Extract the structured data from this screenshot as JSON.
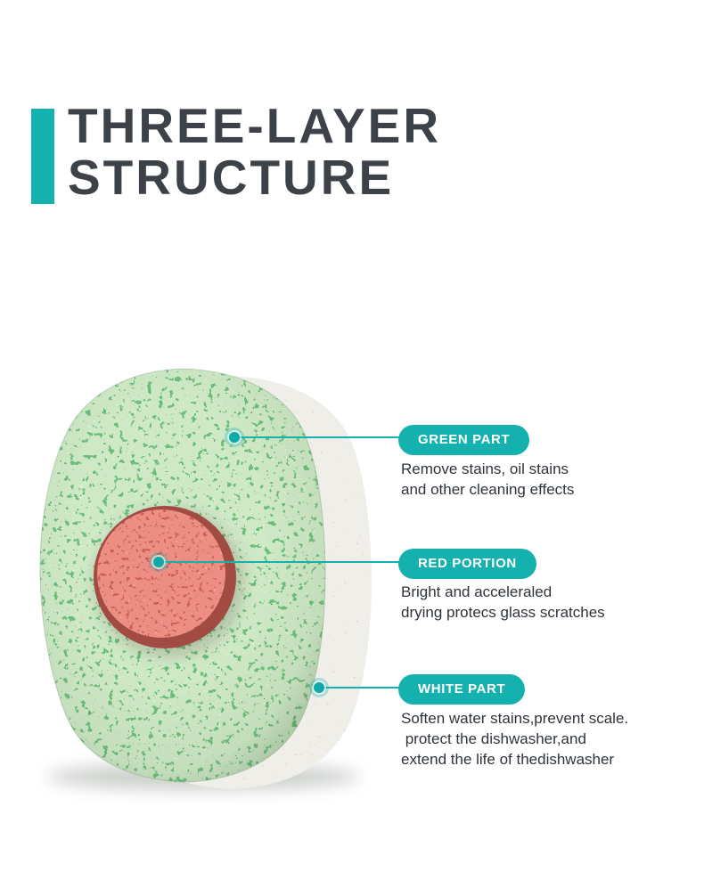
{
  "title": {
    "line1": "THREE-LAYER",
    "line2": "STRUCTURE"
  },
  "colors": {
    "accent": "#14b1ae",
    "title_text": "#3d4249",
    "body_text": "#2e343a",
    "green_layer": "#cfe8c6",
    "red_layer": "#ec8e84",
    "white_layer": "#efeee8"
  },
  "product_image": {
    "name": "dishwasher-tablet-three-layer",
    "layers": [
      "green speckled layer",
      "red center portion",
      "white base layer"
    ]
  },
  "callouts": [
    {
      "label": "GREEN PART",
      "lines": [
        "Remove stains, oil stains",
        "and other cleaning effects"
      ]
    },
    {
      "label": "RED PORTION",
      "lines": [
        "Bright and acceleraled",
        "drying protecs glass scratches"
      ]
    },
    {
      "label": "WHITE PART",
      "lines": [
        "Soften water stains,prevent scale.",
        " protect the dishwasher,and",
        "extend the life of thedishwasher"
      ]
    }
  ]
}
